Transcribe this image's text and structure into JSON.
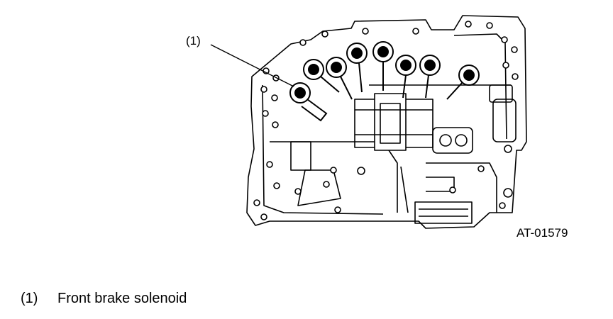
{
  "diagram": {
    "callout_label": "(1)",
    "figure_id": "AT-01579"
  },
  "legend": {
    "items": [
      {
        "number": "(1)",
        "text": "Front brake solenoid"
      }
    ]
  }
}
